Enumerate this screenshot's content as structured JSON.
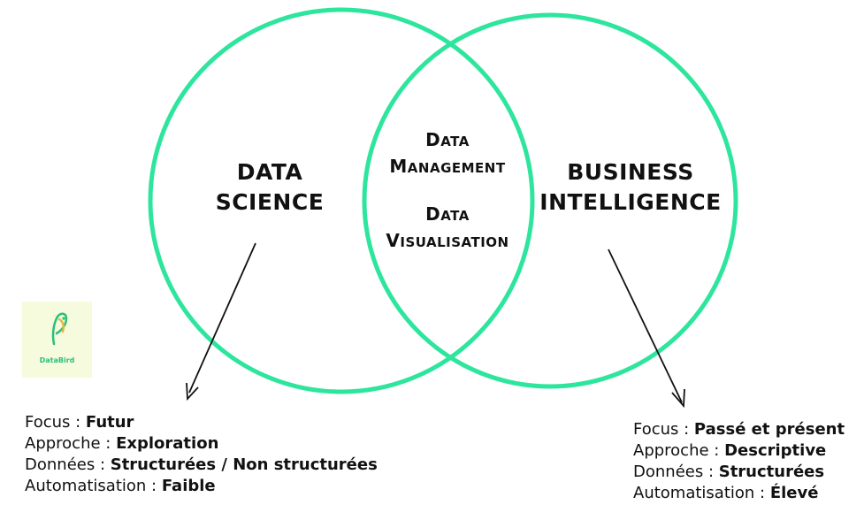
{
  "colors": {
    "circle": "#2ee59d",
    "arrow": "#111111",
    "logo_bg": "#f5fbdc",
    "logo_green": "#2bbf7a"
  },
  "left_circle": {
    "line1": "DATA",
    "line2": "SCIENCE"
  },
  "right_circle": {
    "line1": "BUSINESS",
    "line2": "INTELLIGENCE"
  },
  "overlap": {
    "item1": {
      "w1_first": "D",
      "w1_rest": "ATA",
      "w2_first": "M",
      "w2_rest": "ANAGEMENT"
    },
    "item2": {
      "w1_first": "D",
      "w1_rest": "ATA",
      "w2_first": "V",
      "w2_rest": "ISUALISATION"
    }
  },
  "logo": {
    "name": "DataBird",
    "icon": "bird-logo-icon"
  },
  "left_info": [
    {
      "key": "Focus : ",
      "value": "Futur"
    },
    {
      "key": "Approche : ",
      "value": "Exploration"
    },
    {
      "key": "Données : ",
      "value": "Structurées / Non structurées"
    },
    {
      "key": "Automatisation : ",
      "value": "Faible"
    }
  ],
  "right_info": [
    {
      "key": "Focus : ",
      "value": "Passé et présent"
    },
    {
      "key": "Approche : ",
      "value": "Descriptive"
    },
    {
      "key": "Données : ",
      "value": "Structurées"
    },
    {
      "key": "Automatisation : ",
      "value": "Élevé"
    }
  ]
}
